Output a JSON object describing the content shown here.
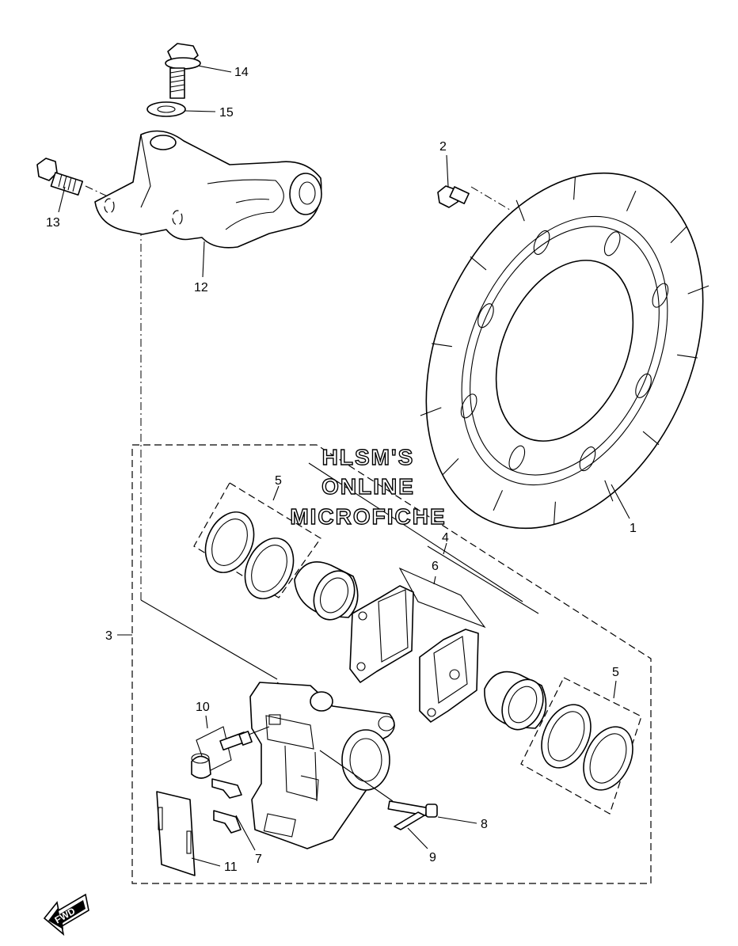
{
  "watermark": {
    "line1": "HLSM'S",
    "line2": "ONLINE",
    "line3": "MICROFICHE"
  },
  "fwd_badge": {
    "label": "FWD"
  },
  "callouts": {
    "p1": "1",
    "p2": "2",
    "p3": "3",
    "p4": "4",
    "p5a": "5",
    "p5b": "5",
    "p6": "6",
    "p7": "7",
    "p8": "8",
    "p9": "9",
    "p10": "10",
    "p11": "11",
    "p12": "12",
    "p13": "13",
    "p14": "14",
    "p15": "15"
  }
}
